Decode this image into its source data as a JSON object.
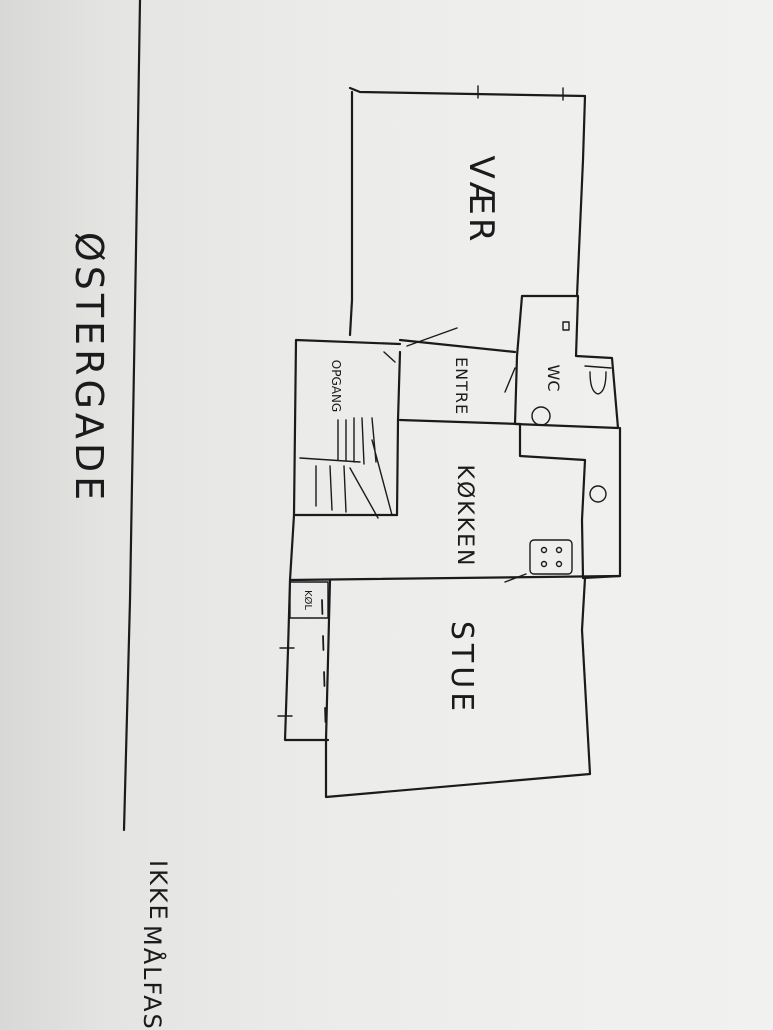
{
  "street": {
    "name": "ØSTERGADE"
  },
  "note": {
    "line1": "IKKE",
    "line2": "MÅLFAST"
  },
  "rooms": {
    "vaer": "VÆR",
    "entre": "ENTRE",
    "wc": "WC",
    "opgang": "OPGANG",
    "koekken": "KØKKEN",
    "stue": "STUE",
    "koel": "KØL"
  },
  "ink_color": "#1b1b1d",
  "paper_color": "#eeeeec"
}
